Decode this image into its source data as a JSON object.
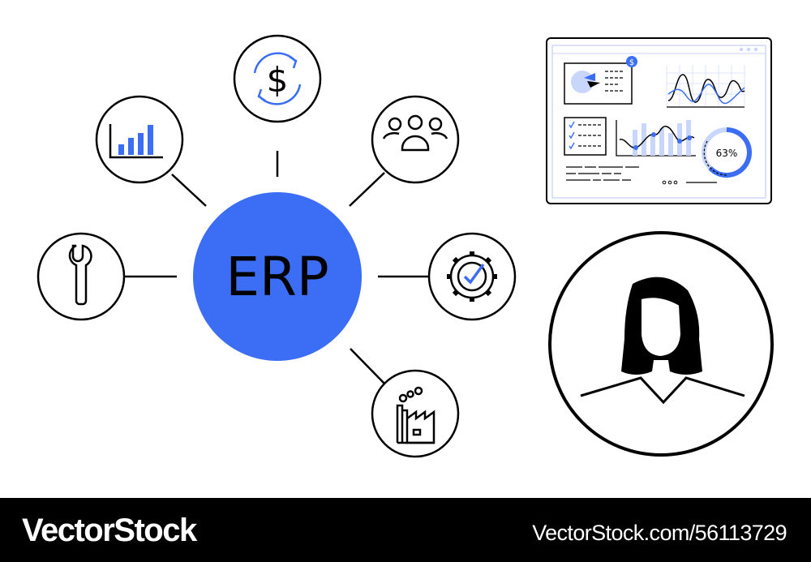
{
  "hub": {
    "label": "ERP"
  },
  "dashboard": {
    "percent_label": "63%",
    "percent_value": 63,
    "coin_symbol": "$"
  },
  "icons": {
    "dollar": {
      "symbol": "$"
    }
  },
  "footer": {
    "brand": "VectorStock",
    "stock_id": "VectorStock.com/56113729"
  },
  "colors": {
    "accent": "#3b6ef5",
    "accent_light": "#c8d6fb",
    "ink": "#000000",
    "background": "#ffffff"
  }
}
